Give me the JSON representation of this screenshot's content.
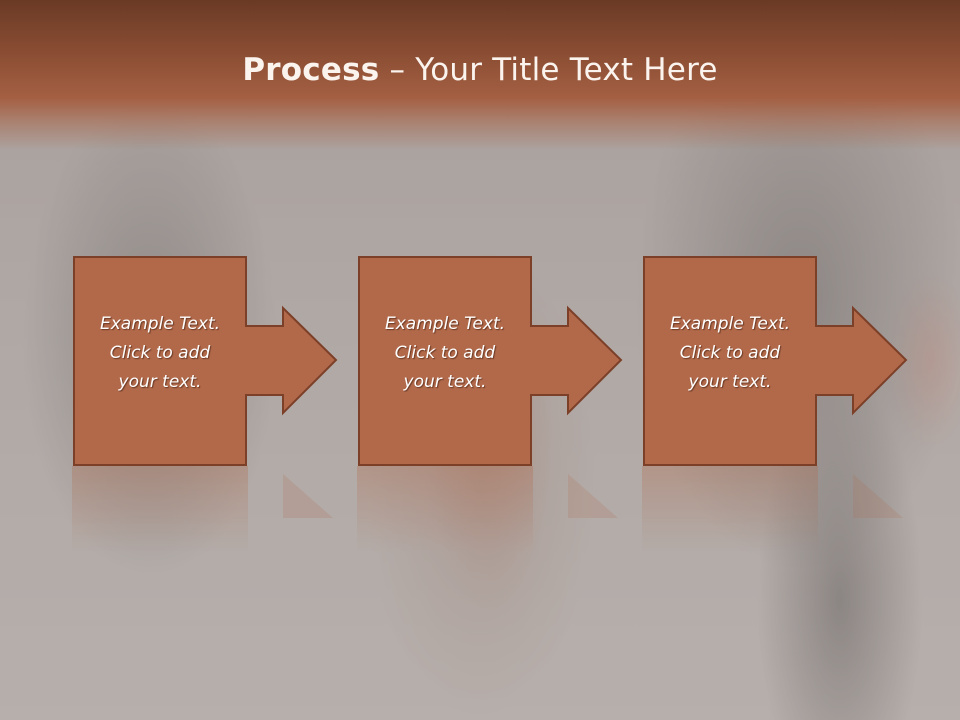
{
  "title": {
    "bold": "Process",
    "separator": " – ",
    "rest": "Your Title Text Here"
  },
  "steps": [
    {
      "line1": "Example Text.",
      "line2": "Click  to add",
      "line3": "your text."
    },
    {
      "line1": "Example Text.",
      "line2": "Click  to add",
      "line3": "your text."
    },
    {
      "line1": "Example Text.",
      "line2": "Click  to add",
      "line3": "your text."
    }
  ],
  "colors": {
    "band": "#8a4d33",
    "box": "#b1694a",
    "box_border": "#7c3f28",
    "text": "#ffffff"
  }
}
